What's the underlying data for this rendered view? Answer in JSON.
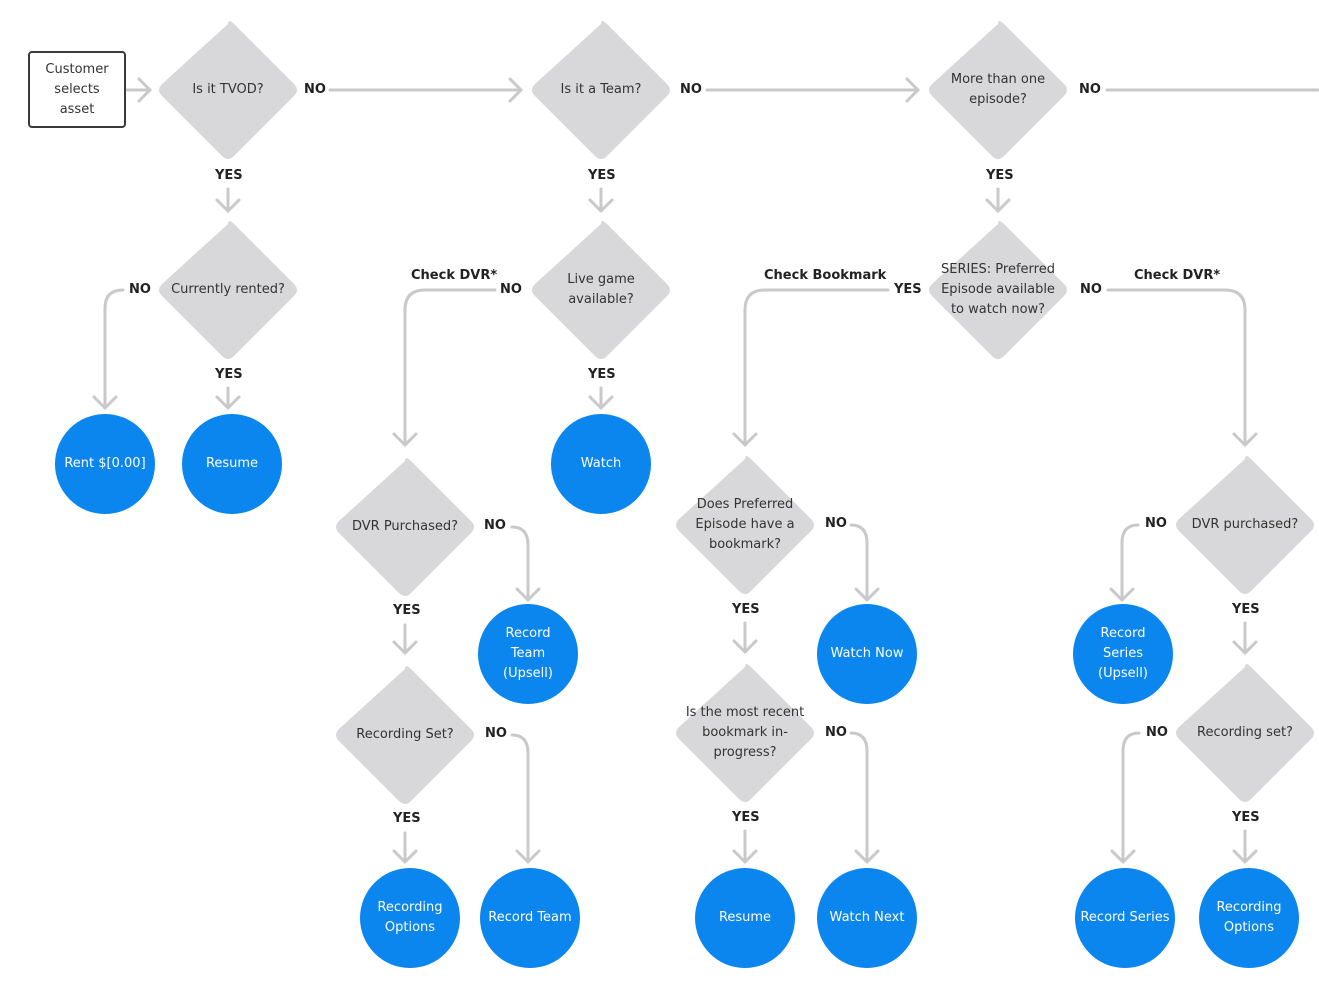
{
  "colors": {
    "connector": "#c9c9cc",
    "decision_fill": "#d8d8da",
    "outcome_fill": "#0b86ee",
    "start_border": "#3a3a3a"
  },
  "start": {
    "label": "Customer selects asset"
  },
  "decisions": {
    "tvod": "Is it TVOD?",
    "team": "Is it a Team?",
    "episodes": "More than one episode?",
    "rented": "Currently rented?",
    "live_game": "Live game available?",
    "series_preferred": "SERIES: Preferred Episode available to watch now?",
    "dvr_purchased_team": "DVR Purchased?",
    "recording_set_team": "Recording Set?",
    "bookmark": "Does Preferred Episode have a bookmark?",
    "bookmark_progress": "Is the most recent bookmark in-progress?",
    "dvr_purchased_series": "DVR purchased?",
    "recording_set_series": "Recording set?"
  },
  "outcomes": {
    "rent": "Rent $[0.00]",
    "resume_rental": "Resume",
    "watch_live": "Watch",
    "record_team_upsell": "Record Team (Upsell)",
    "recording_options_team": "Recording Options",
    "record_team": "Record Team",
    "watch_now": "Watch Now",
    "resume_episode": "Resume",
    "watch_next": "Watch Next",
    "record_series_upsell": "Record Series (Upsell)",
    "record_series": "Record Series",
    "recording_options_series": "Recording Options"
  },
  "branches": {
    "yes": "YES",
    "no": "NO",
    "check_dvr": "Check DVR*",
    "check_bookmark": "Check Bookmark"
  }
}
